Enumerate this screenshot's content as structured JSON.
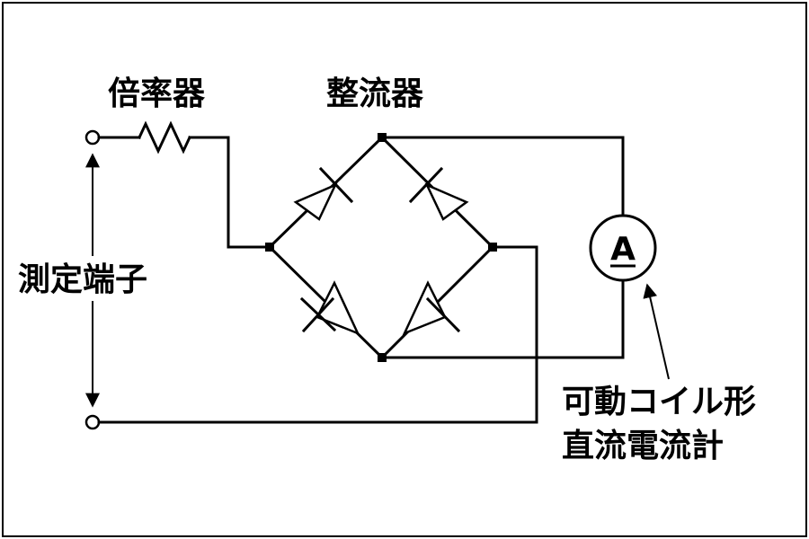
{
  "labels": {
    "multiplier": "倍率器",
    "rectifier": "整流器",
    "terminals": "測定端子",
    "meter_line1": "可動コイル形",
    "meter_line2": "直流電流計",
    "meter_symbol": "A"
  }
}
